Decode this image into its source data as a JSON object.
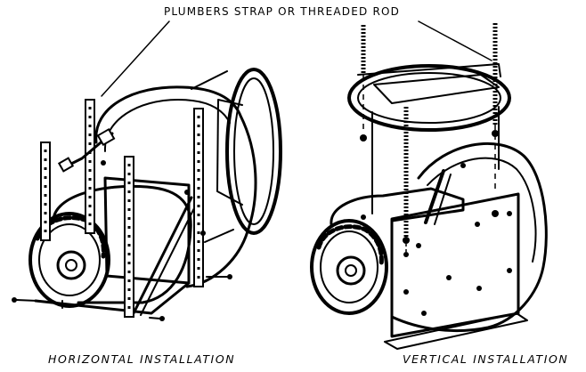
{
  "callout": {
    "text": "PLUMBERS STRAP OR THREADED ROD"
  },
  "captions": {
    "horizontal": "HORIZONTAL INSTALLATION",
    "vertical": "VERTICAL INSTALLATION"
  }
}
